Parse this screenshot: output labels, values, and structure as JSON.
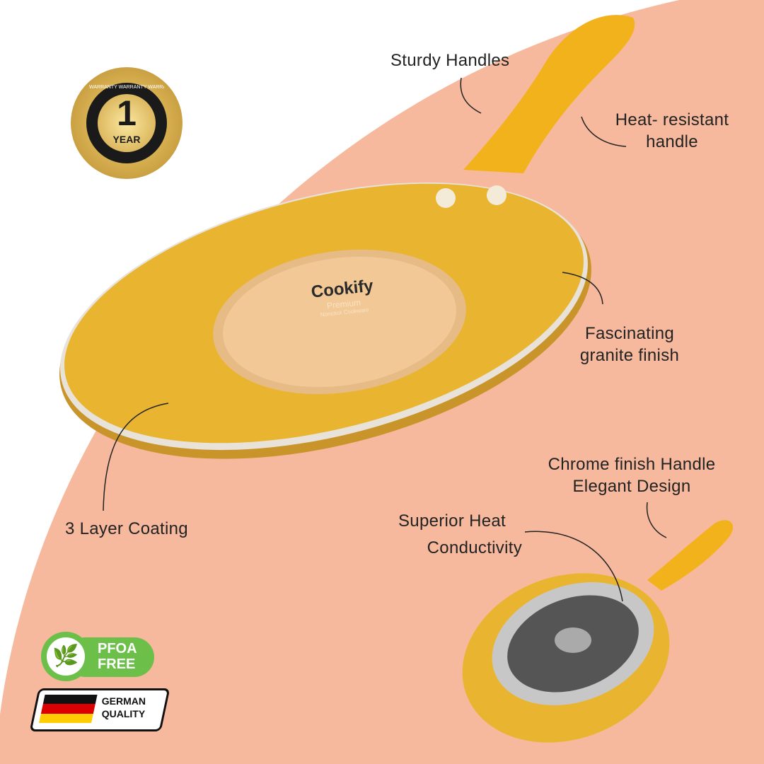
{
  "warranty_badge": {
    "number": "1",
    "unit": "YEAR",
    "ring_text": "WARRANTY WARRANTY WARRANTY WARRANTY"
  },
  "features": {
    "sturdy_handles": "Sturdy Handles",
    "heat_resistant_1": "Heat- resistant",
    "heat_resistant_2": "handle",
    "granite_1": "Fascinating",
    "granite_2": "granite finish",
    "coating": "3 Layer Coating",
    "chrome_1": "Chrome finish Handle",
    "chrome_2": "Elegant Design",
    "heat_cond_1": "Superior Heat",
    "heat_cond_2": "Conductivity"
  },
  "pan_label": {
    "brand": "Cookify",
    "line1": "Premium",
    "line2": "Nonstick Cookware"
  },
  "badges": {
    "pfoa_1": "PFOA",
    "pfoa_2": "FREE",
    "german_1": "GERMAN",
    "german_2": "QUALITY"
  },
  "colors": {
    "background": "#f7b99e",
    "pan": "#e9b530",
    "handle": "#f2b21b",
    "pfoa_green": "#6cc04a"
  }
}
